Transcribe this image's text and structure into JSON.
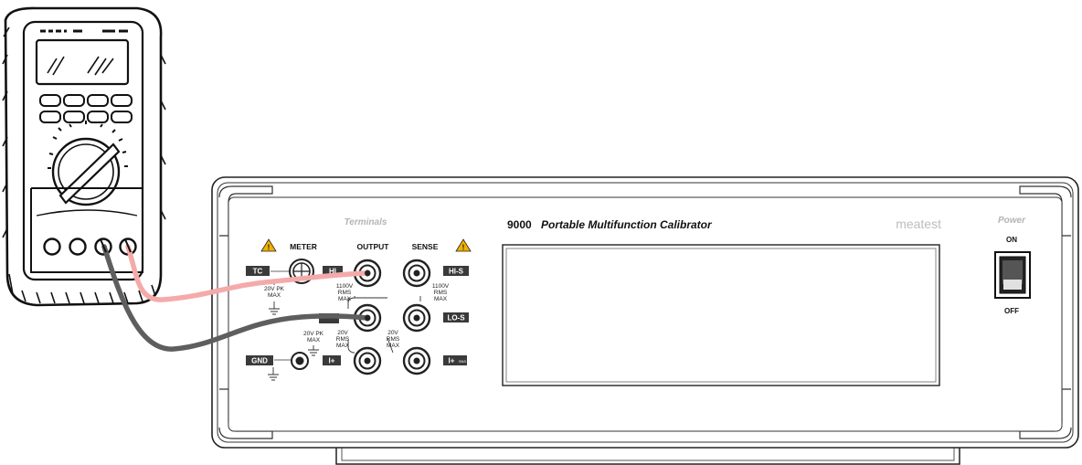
{
  "calibrator": {
    "model": "9000",
    "name": "Portable Multifunction Calibrator",
    "brand": "meatest",
    "terminals_label": "Terminals",
    "power_label": "Power",
    "power_on": "ON",
    "power_off": "OFF",
    "meter_label": "METER",
    "output_label": "OUTPUT",
    "sense_label": "SENSE",
    "tags": {
      "tc": "TC",
      "hi": "HI",
      "hi_s": "HI-S",
      "lo_s": "LO-S",
      "gnd": "GND",
      "i_plus": "I+",
      "i_plus_sense": "I+"
    },
    "ratings": {
      "meter_top": [
        "20V PK",
        "MAX"
      ],
      "meter_mid": [
        "20V PK",
        "MAX"
      ],
      "output_hi": [
        "1100V",
        "RMS",
        "MAX"
      ],
      "output_lo": [
        "20V",
        "RMS",
        "MAX"
      ],
      "sense_hi": [
        "1100V",
        "RMS",
        "MAX"
      ],
      "sense_lo": [
        "20V",
        "RMS",
        "MAX"
      ]
    }
  },
  "colors": {
    "wire_hi": "#f5aaaa",
    "wire_lo": "#5e5e5e",
    "outline": "#222222",
    "warning": "#f2b100"
  }
}
